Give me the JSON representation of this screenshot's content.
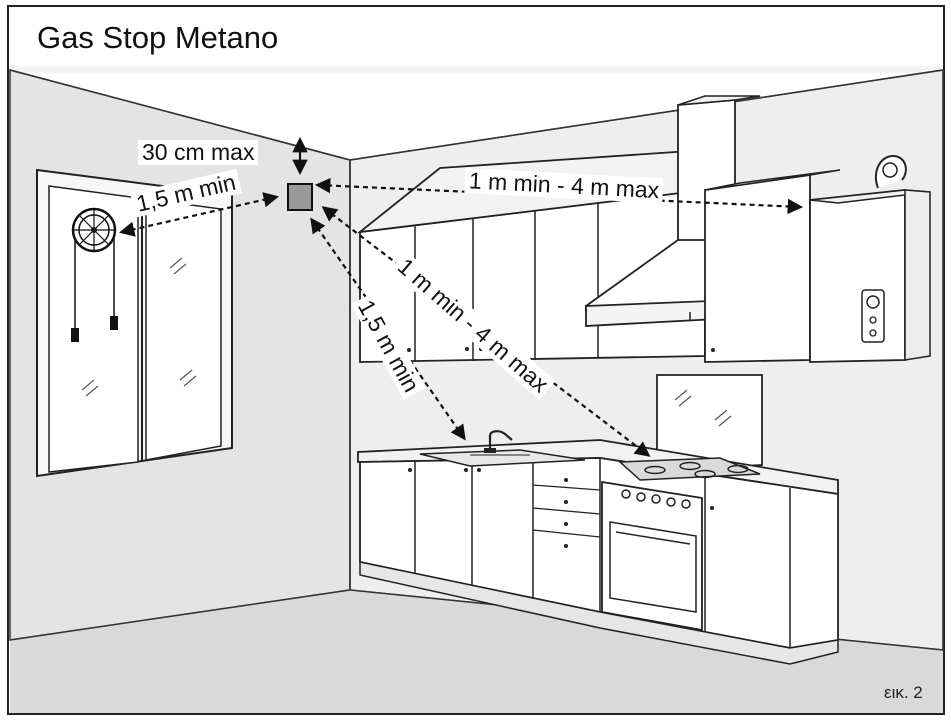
{
  "title": "Gas Stop Metano",
  "figure_label": "εικ. 2",
  "labels": {
    "height_to_ceiling": "30 cm max",
    "to_window": "1,5 m min",
    "to_boiler": "1 m min - 4 m max",
    "to_stove": "1 m min - 4 m max",
    "to_sink": "1,5 m min"
  },
  "colors": {
    "border": "#222222",
    "wall_back": "#ededed",
    "wall_left": "#e3e3e3",
    "floor": "#d9d9d9",
    "ceiling": "#f4f4f4",
    "line": "#1a1a1a"
  }
}
